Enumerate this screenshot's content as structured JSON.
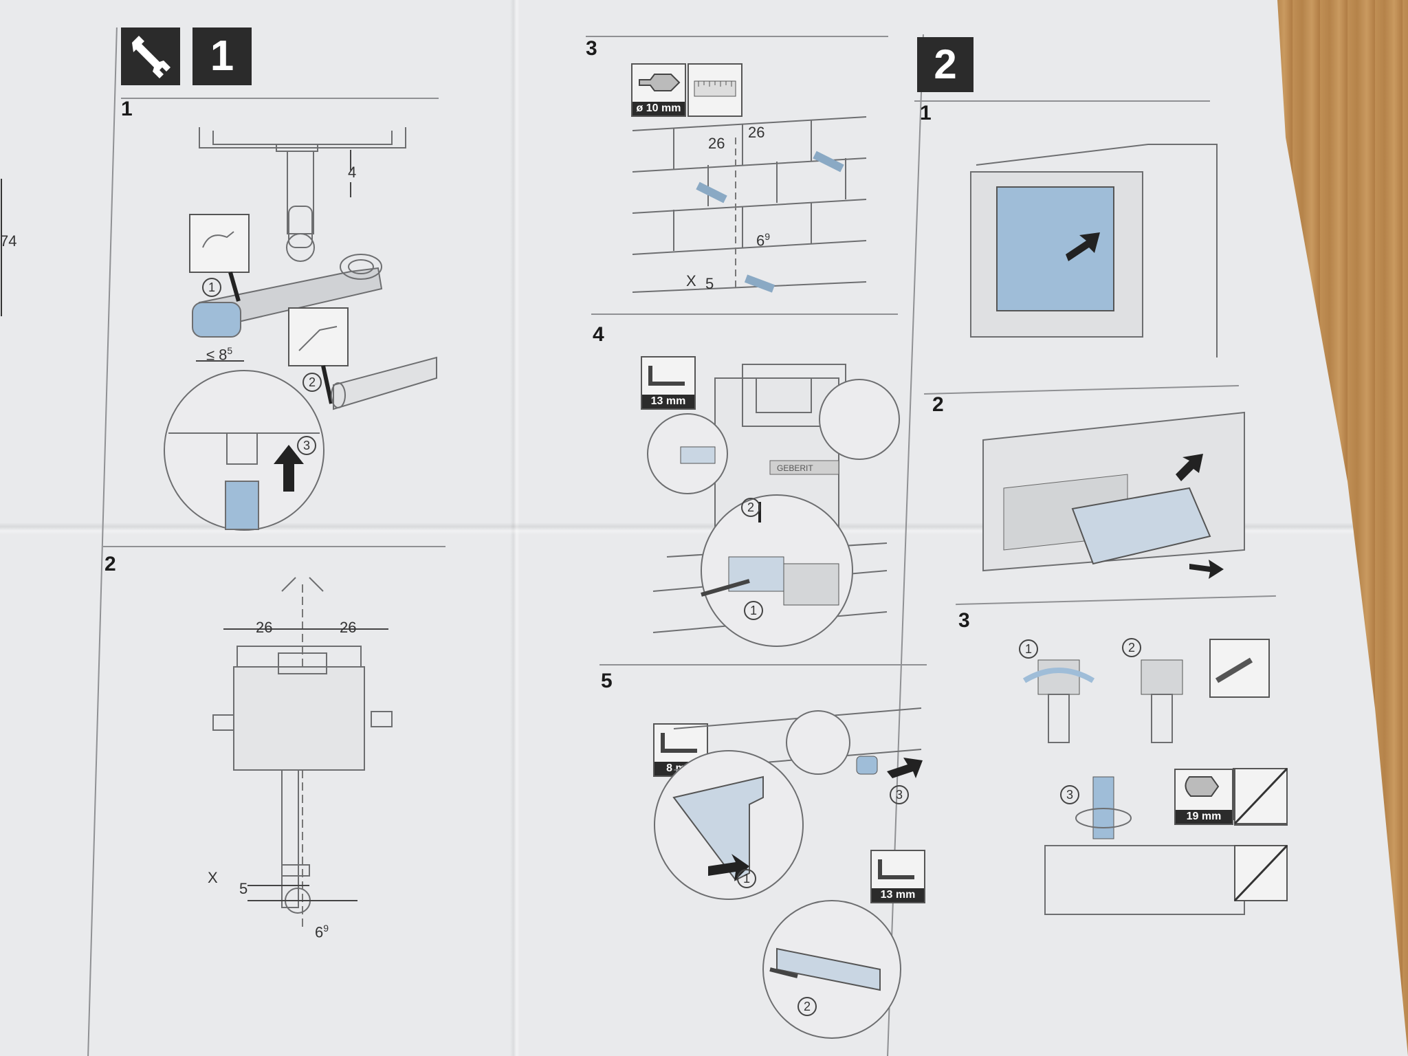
{
  "sections": {
    "one": {
      "badge": "1",
      "steps": [
        "1",
        "2"
      ]
    },
    "two": {
      "badge": "2",
      "steps": [
        "1",
        "2",
        "3"
      ]
    },
    "middle_steps": [
      "3",
      "4",
      "5"
    ]
  },
  "step1": {
    "dim_top": "4",
    "dim_bottom": "≤ 8",
    "dim_bottom_sup": "5",
    "callouts": [
      "1",
      "2",
      "3"
    ],
    "edge": "74"
  },
  "step2": {
    "dim_left": "26",
    "dim_right": "26",
    "dim_x": "X",
    "dim_5": "5",
    "dim_69": "6",
    "dim_69_sup": "9"
  },
  "step3": {
    "drill_cap": "ø 10 mm",
    "dim_a": "26",
    "dim_b": "26",
    "dim_69": "6",
    "dim_69_sup": "9",
    "dim_x": "X",
    "dim_5": "5"
  },
  "step4": {
    "tool_cap": "13 mm",
    "brand": "GEBERIT",
    "callouts": [
      "1",
      "2"
    ]
  },
  "step5": {
    "tool_cap_a": "8 mm",
    "tool_cap_b": "13 mm",
    "callouts": [
      "1",
      "2",
      "3"
    ]
  },
  "sec2_step3": {
    "tool_cap": "19 mm",
    "callouts": [
      "1",
      "2",
      "3"
    ]
  },
  "colors": {
    "accent_blue": "#9fbdd8",
    "paper": "#e9eaec",
    "ink": "#2b2b2b"
  }
}
